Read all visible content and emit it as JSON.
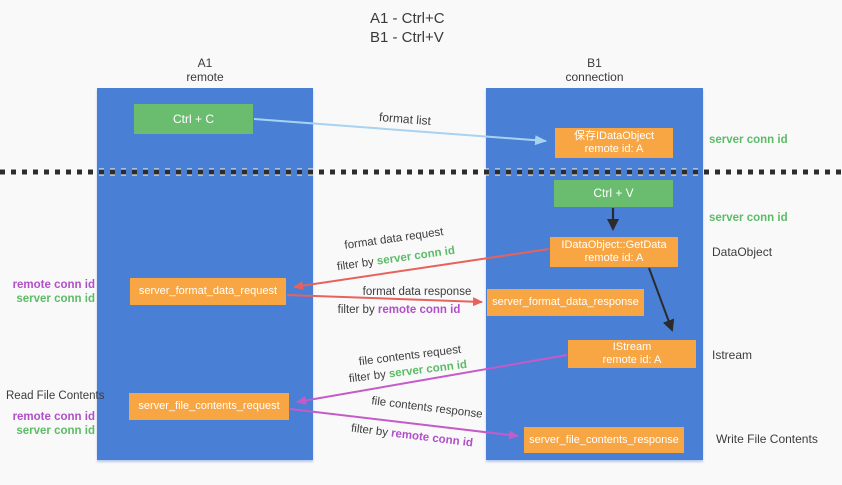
{
  "title": {
    "line1": "A1 - Ctrl+C",
    "line2": "B1 - Ctrl+V"
  },
  "columns": {
    "a": {
      "name": "A1",
      "subtitle": "remote"
    },
    "b": {
      "name": "B1",
      "subtitle": "connection"
    }
  },
  "terms": {
    "server_conn_id": "server conn id",
    "remote_conn_id": "remote conn id",
    "filter_by": "filter by"
  },
  "nodes": {
    "ctrl_c": "Ctrl + C",
    "ctrl_v": "Ctrl + V",
    "save_dataobject": {
      "line1": "保存IDataObject",
      "line2": "remote id: A"
    },
    "getdata": {
      "line1": "IDataObject::GetData",
      "line2": "remote id: A"
    },
    "istream": {
      "line1": "IStream",
      "line2": "remote id: A"
    },
    "server_format_data_request": "server_format_data_request",
    "server_format_data_response": "server_format_data_response",
    "server_file_contents_request": "server_file_contents_request",
    "server_file_contents_response": "server_file_contents_response"
  },
  "side_labels": {
    "dataobject": "DataObject",
    "istream": "Istream",
    "write_file_contents": "Write File Contents",
    "read_file_contents": "Read File Contents"
  },
  "edge_labels": {
    "format_list": "format list",
    "format_data_request": "format data request",
    "format_data_response": "format data response",
    "file_contents_request": "file contents request",
    "file_contents_response": "file contents response"
  },
  "colors": {
    "column_blue": "#4a7fd6",
    "node_green": "#6abd6e",
    "node_orange": "#f7a643",
    "arrow_light_blue": "#a8d3f0",
    "arrow_red": "#e8625c",
    "arrow_magenta": "#c45bc8",
    "arrow_black": "#2b2b2b",
    "term_green": "#5cbc66",
    "term_purple": "#b050c8"
  }
}
